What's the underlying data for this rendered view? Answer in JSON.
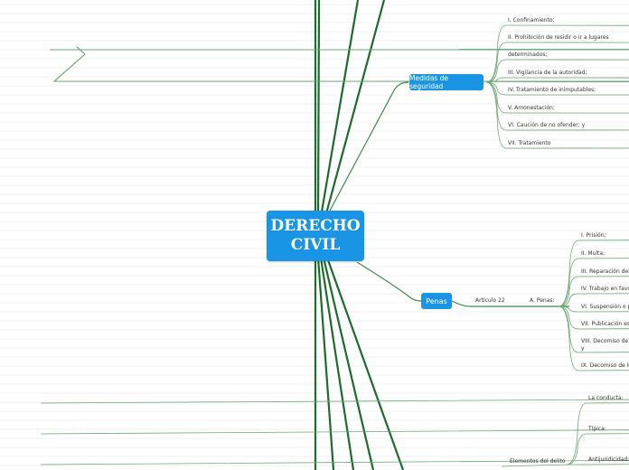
{
  "root": {
    "title_line1": "DERECHO",
    "title_line2": "CIVIL"
  },
  "medidas": {
    "label": "Medidas de seguridad",
    "items": [
      "I. Confinamiento;",
      "II. Prohibición de residir o ir a lugares",
      "determinados;",
      "III. Vigilancia de la autoridad;",
      "IV. Tratamiento de inimputables;",
      "V. Amonestación;",
      "VI. Caución de no ofender; y",
      "VII. Tratamiento"
    ]
  },
  "penas": {
    "label": "Penas",
    "articulo": "Artículo 22",
    "sub": "A. Penas:",
    "items": [
      "I. Prisión;",
      "II. Multa;",
      "III. Reparación del",
      "IV. Trabajo en favo",
      "VI. Suspensión o p",
      "VII. Publicación esp",
      "VIII. Decomiso de",
      "y",
      "IX. Decomiso de lo"
    ]
  },
  "elementos": {
    "label": "Elementos del delito",
    "items": [
      "La conducta:",
      "Típica:",
      "Antijuridicidad:"
    ]
  },
  "colors": {
    "node": "#1a95e6",
    "trunk": "#1e6b2e",
    "branch": "#5a9a63"
  }
}
